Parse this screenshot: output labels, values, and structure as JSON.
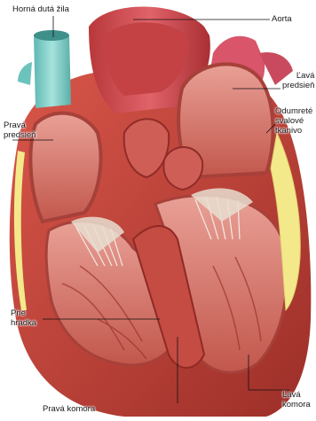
{
  "labels": {
    "superior_vena_cava": "Horná dutá žila",
    "aorta": "Aorta",
    "left_atrium": "Ľavá\npredsieň",
    "right_atrium": "Pravá\npredsieň",
    "dead_muscle_tissue": "Odumreté\nsvalové\ntkanivo",
    "septum": "Prie\nhradka",
    "right_ventricle": "Pravá komora",
    "left_ventricle": "Ľavá\nkomora"
  },
  "colors": {
    "muscle": "#c8453c",
    "muscle_dark": "#8e2a25",
    "chamber": "#d9786c",
    "vena_cava": "#7fcfc9",
    "pulmonary": "#d8556a",
    "fat": "#f3e98a",
    "valve": "#e8ded0"
  }
}
